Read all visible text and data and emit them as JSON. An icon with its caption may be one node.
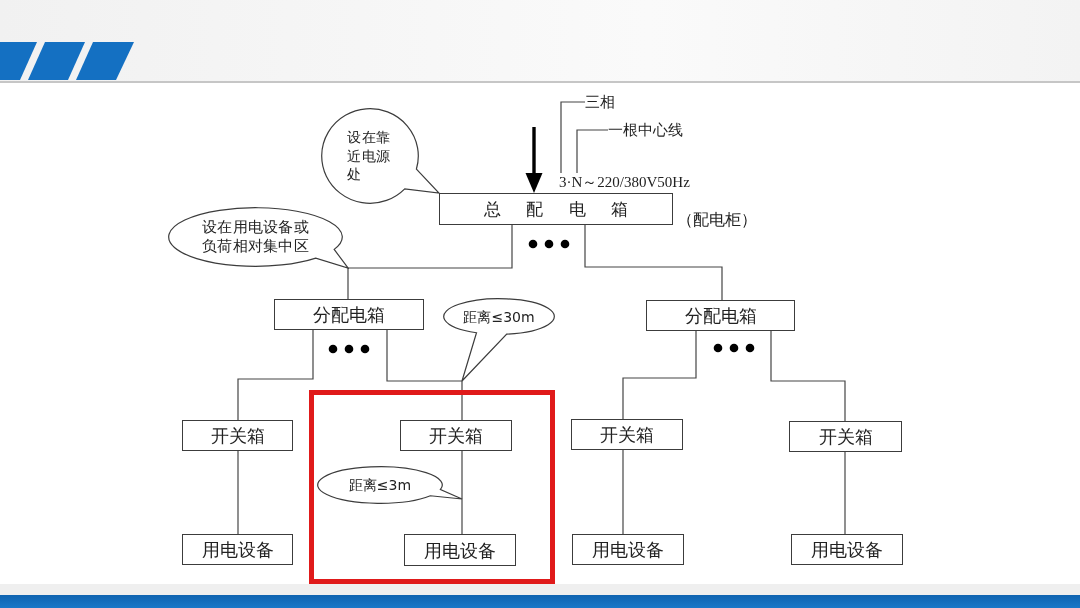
{
  "diagram": {
    "nodes": [
      {
        "text": [
          "三相"
        ]
      },
      {
        "text": [
          "一根中心线"
        ]
      },
      {
        "text": [
          "设在靠近电源处"
        ]
      },
      {
        "text": [
          "3·N～220/380V50Hz"
        ]
      },
      {
        "text": [
          "总 配 电 箱"
        ],
        "beside": [
          "（配电柜）"
        ]
      },
      {
        "text": [
          "设在用电设备或负荷相对集中区"
        ]
      },
      {
        "text": [
          "分配电箱"
        ]
      },
      {
        "text": [
          "距离≤30m"
        ]
      },
      {
        "text": [
          "分配电箱"
        ]
      },
      {
        "text": [],
        "shape": "box"
      },
      {
        "text": [
          "开关箱"
        ]
      },
      {
        "text": [
          "开关箱"
        ],
        "in": 9
      },
      {
        "text": [
          "开关箱"
        ]
      },
      {
        "text": [
          "开关箱"
        ]
      },
      {
        "text": [
          "距离≤3m"
        ],
        "in": 9
      },
      {
        "text": [
          "用电设备"
        ]
      },
      {
        "text": [
          "用电设备"
        ],
        "in": 9
      },
      {
        "text": [
          "用电设备"
        ]
      },
      {
        "text": [
          "用电设备"
        ]
      }
    ],
    "edges": [
      {
        "from": null,
        "to": 4,
        "arrow": "to",
        "style": "thick",
        "color": "#000000"
      },
      {
        "from": 0,
        "to": 3,
        "arrow": "none"
      },
      {
        "from": 1,
        "to": 3,
        "arrow": "none"
      },
      {
        "from": 4,
        "to": 6,
        "arrow": "none"
      },
      {
        "from": 4,
        "to": 8,
        "arrow": "none"
      },
      {
        "from": 6,
        "to": 10,
        "arrow": "none"
      },
      {
        "from": 6,
        "to": 11,
        "arrow": "none"
      },
      {
        "from": 8,
        "to": 12,
        "arrow": "none"
      },
      {
        "from": 8,
        "to": 13,
        "arrow": "none"
      },
      {
        "from": 10,
        "to": 15,
        "arrow": "none"
      },
      {
        "from": 11,
        "to": 16,
        "arrow": "none"
      },
      {
        "from": 12,
        "to": 17,
        "arrow": "none"
      },
      {
        "from": 13,
        "to": 18,
        "arrow": "none"
      }
    ]
  }
}
